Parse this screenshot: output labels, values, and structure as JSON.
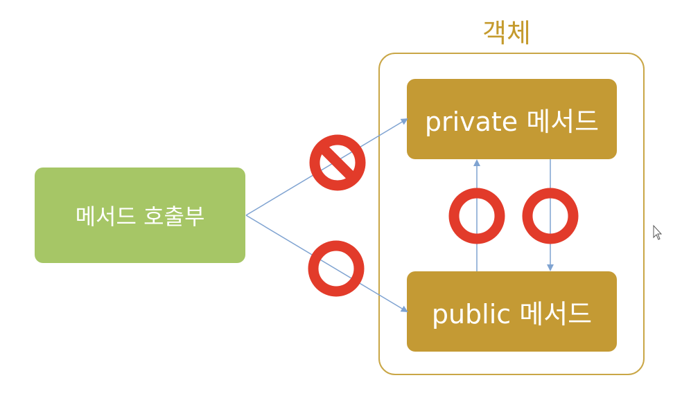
{
  "object_label": "객체",
  "caller_label": "메서드 호출부",
  "private_label": "private 메서드",
  "public_label": "public 메서드",
  "colors": {
    "caller_fill": "#a6c666",
    "method_fill": "#c49a34",
    "object_border": "#c9a646",
    "object_text": "#c49a2c",
    "arrow": "#7fa3d1",
    "symbol_red": "#e23b2a"
  },
  "symbols": {
    "caller_to_private": "prohibited-icon",
    "caller_to_public": "allowed-circle-icon",
    "public_to_private": "allowed-circle-icon",
    "private_to_public": "allowed-circle-icon"
  },
  "cursor": "pointer-cursor-icon"
}
